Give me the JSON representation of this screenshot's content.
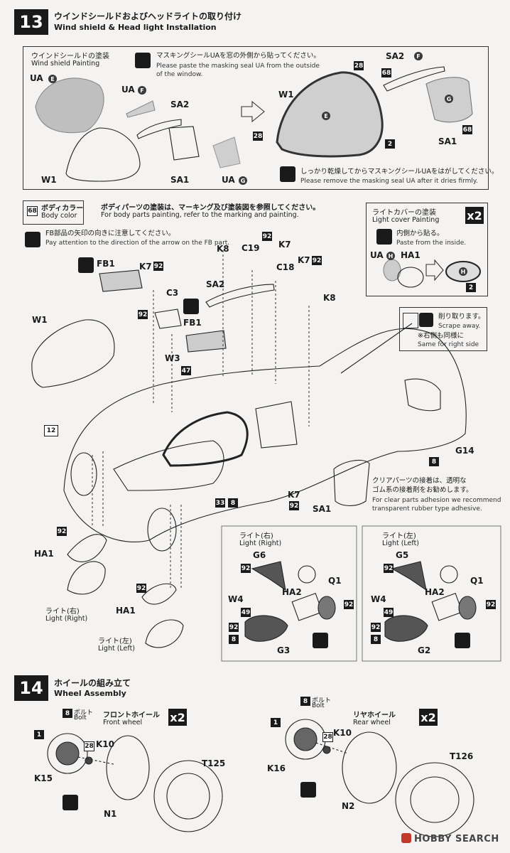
{
  "step13": {
    "number": "13",
    "title_jp": "ウインドシールドおよびヘッドライトの取り付け",
    "title_en": "Wind shield & Head light Installation",
    "ws_painting_jp": "ウインドシールドの塗装",
    "ws_painting_en": "Wind shield Painting",
    "mask_paste_jp": "マスキングシールUAを窓の外側から貼ってください。",
    "mask_paste_en1": "Please paste the masking seal UA from the outside",
    "mask_paste_en2": "of the window.",
    "mask_remove_jp": "しっかり乾燥してからマスキングシールUAをはがしてください。",
    "mask_remove_en": "Please remove the masking seal UA after it dries firmly.",
    "body_color_code": "68",
    "body_color_jp": "ボディカラー",
    "body_color_en": "Body color",
    "body_paint_jp": "ボディパーツの塗装は、マーキング及び塗装図を参照してください。",
    "body_paint_en": "For body parts painting, refer to the marking and painting.",
    "fb_note_jp": "FB部品の矢印の向きに注意してください。",
    "fb_note_en": "Pay attention to the direction of the arrow on the FB part.",
    "light_cover_jp": "ライトカバーの塗装",
    "light_cover_en": "Light cover Painting",
    "paste_inside_jp": "内側から貼る。",
    "paste_inside_en": "Paste from the inside.",
    "x2": "x2",
    "scrape_jp": "削り取ります。",
    "scrape_en": "Scrape away.",
    "same_right_jp": "※右側も同様に",
    "same_right_en": "Same for right side",
    "clear_adh_jp1": "クリアパーツの接着は、透明な",
    "clear_adh_jp2": "ゴム系の接着剤をお勧めします。",
    "clear_adh_en1": "For clear parts adhesion we recommend",
    "clear_adh_en2": "transparent rubber type adhesive.",
    "light_right_jp": "ライト(右)",
    "light_right_en": "Light (Right)",
    "light_left_jp": "ライト(左)",
    "light_left_en": "Light (Left)"
  },
  "labels": {
    "UA": "UA",
    "UA_E": "E",
    "UA_F": "F",
    "UA_G": "G",
    "UA_H": "H",
    "SA2": "SA2",
    "SA1": "SA1",
    "W1": "W1",
    "HA1": "HA1",
    "FB1": "FB1",
    "K7": "K7",
    "K8": "K8",
    "C19": "C19",
    "C18": "C18",
    "C3": "C3",
    "W3": "W3",
    "G14": "G14",
    "G6": "G6",
    "G5": "G5",
    "G3": "G3",
    "G2": "G2",
    "W4": "W4",
    "HA2": "HA2",
    "Q1": "Q1",
    "ref12": "12",
    "c2": "2",
    "c8": "8",
    "c28": "28",
    "c33": "33",
    "c47": "47",
    "c49": "49",
    "c68": "68",
    "c92": "92",
    "E": "E",
    "F": "F",
    "G": "G",
    "H": "H"
  },
  "step14": {
    "number": "14",
    "title_jp": "ホイールの組み立て",
    "title_en": "Wheel Assembly",
    "front_jp": "フロントホイール",
    "front_en": "Front wheel",
    "rear_jp": "リヤホイール",
    "rear_en": "Rear wheel",
    "bolt_jp": "ボルト",
    "bolt_en": "Bolt",
    "x2": "x2",
    "K10": "K10",
    "K15": "K15",
    "K16": "K16",
    "N1": "N1",
    "N2": "N2",
    "T125": "T125",
    "T126": "T126",
    "c1": "1",
    "c8": "8",
    "c28": "28"
  },
  "watermark": "HOBBY SEARCH"
}
